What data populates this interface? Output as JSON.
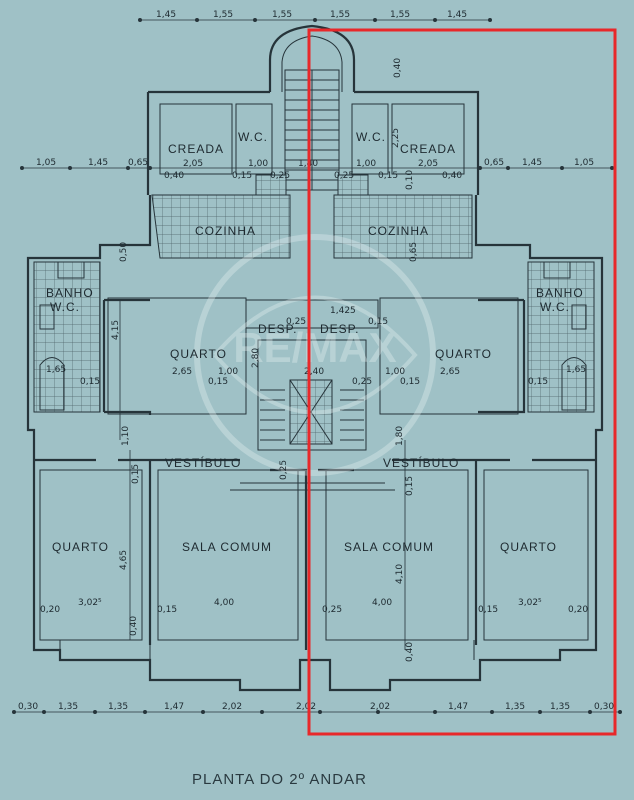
{
  "title": "PLANTA DO 2º ANDAR",
  "watermark": "RE/MAX",
  "highlight_color": "#e8282a",
  "rooms": {
    "creada_left": "CREADA",
    "wc_left": "W.C.",
    "creada_right": "CREADA",
    "wc_right": "W.C.",
    "cozinha_left": "COZINHA",
    "cozinha_right": "COZINHA",
    "banho_left_1": "BANHO",
    "banho_left_2": "W.C.",
    "banho_right_1": "BANHO",
    "banho_right_2": "W.C.",
    "quarto_left_top": "QUARTO",
    "quarto_right_top": "QUARTO",
    "desp_left": "DESP.",
    "desp_right": "DESP.",
    "vestibulo_left": "VESTÍBULO",
    "vestibulo_right": "VESTÍBULO",
    "quarto_left_bottom": "QUARTO",
    "sala_left": "SALA COMUM",
    "sala_right": "SALA COMUM",
    "quarto_right_bottom": "QUARTO"
  },
  "dims": {
    "top": [
      "1,45",
      "1,55",
      "1,55",
      "1,55",
      "1,55",
      "1,45"
    ],
    "upper_left": [
      "1,05",
      "1,45",
      "0,65"
    ],
    "upper_right": [
      "0,65",
      "1,45",
      "1,05"
    ],
    "creada_left_w": "2,05",
    "creada_right_w": "2,05",
    "wc_w_left": "1,00",
    "wc_w_right": "1,00",
    "stair_w": "1,40",
    "small_040_left": "0,40",
    "small_040_right": "0,40",
    "small_015_a": "0,15",
    "small_025_a": "0,25",
    "small_025_b": "0,25",
    "small_015_b": "0,15",
    "small_040_top": "0,40",
    "small_225": "2,25",
    "small_010": "0,10",
    "small_050": "0,50",
    "small_065": "0,65",
    "desp_w": "1,425",
    "desp_025": "0,25",
    "desp_015": "0,15",
    "quarto_h": "4,15",
    "quarto_left_w": "2,65",
    "quarto_right_w": "2,65",
    "banho_w_left": "1,65",
    "banho_w_right": "1,65",
    "v015_l": "0,15",
    "v015_r": "0,15",
    "v015_l2": "0,15",
    "v015_r2": "0,15",
    "hall_100_l": "1,00",
    "hall_100_r": "1,00",
    "hall_240": "2,40",
    "hall_025": "0,25",
    "stair_280": "2,80",
    "v110": "1,10",
    "v015_c": "0,15",
    "v180": "1,80",
    "v025_c": "0,25",
    "v015_d": "0,15",
    "v465": "4,65",
    "v410": "4,10",
    "bottom_quarto_left_w": "3,02⁵",
    "bottom_quarto_right_w": "3,02⁵",
    "sala_left_w": "4,00",
    "sala_right_w": "4,00",
    "b020_l": "0,20",
    "b020_r": "0,20",
    "b015_l": "0,15",
    "b015_r": "0,15",
    "b025": "0,25",
    "b040_l": "0,40",
    "b040_r": "0,40",
    "bottom": [
      "0,30",
      "1,35",
      "1,35",
      "1,47",
      "2,02",
      "2,02",
      "2,02",
      "1,47",
      "1,35",
      "1,35",
      "0,30"
    ]
  }
}
